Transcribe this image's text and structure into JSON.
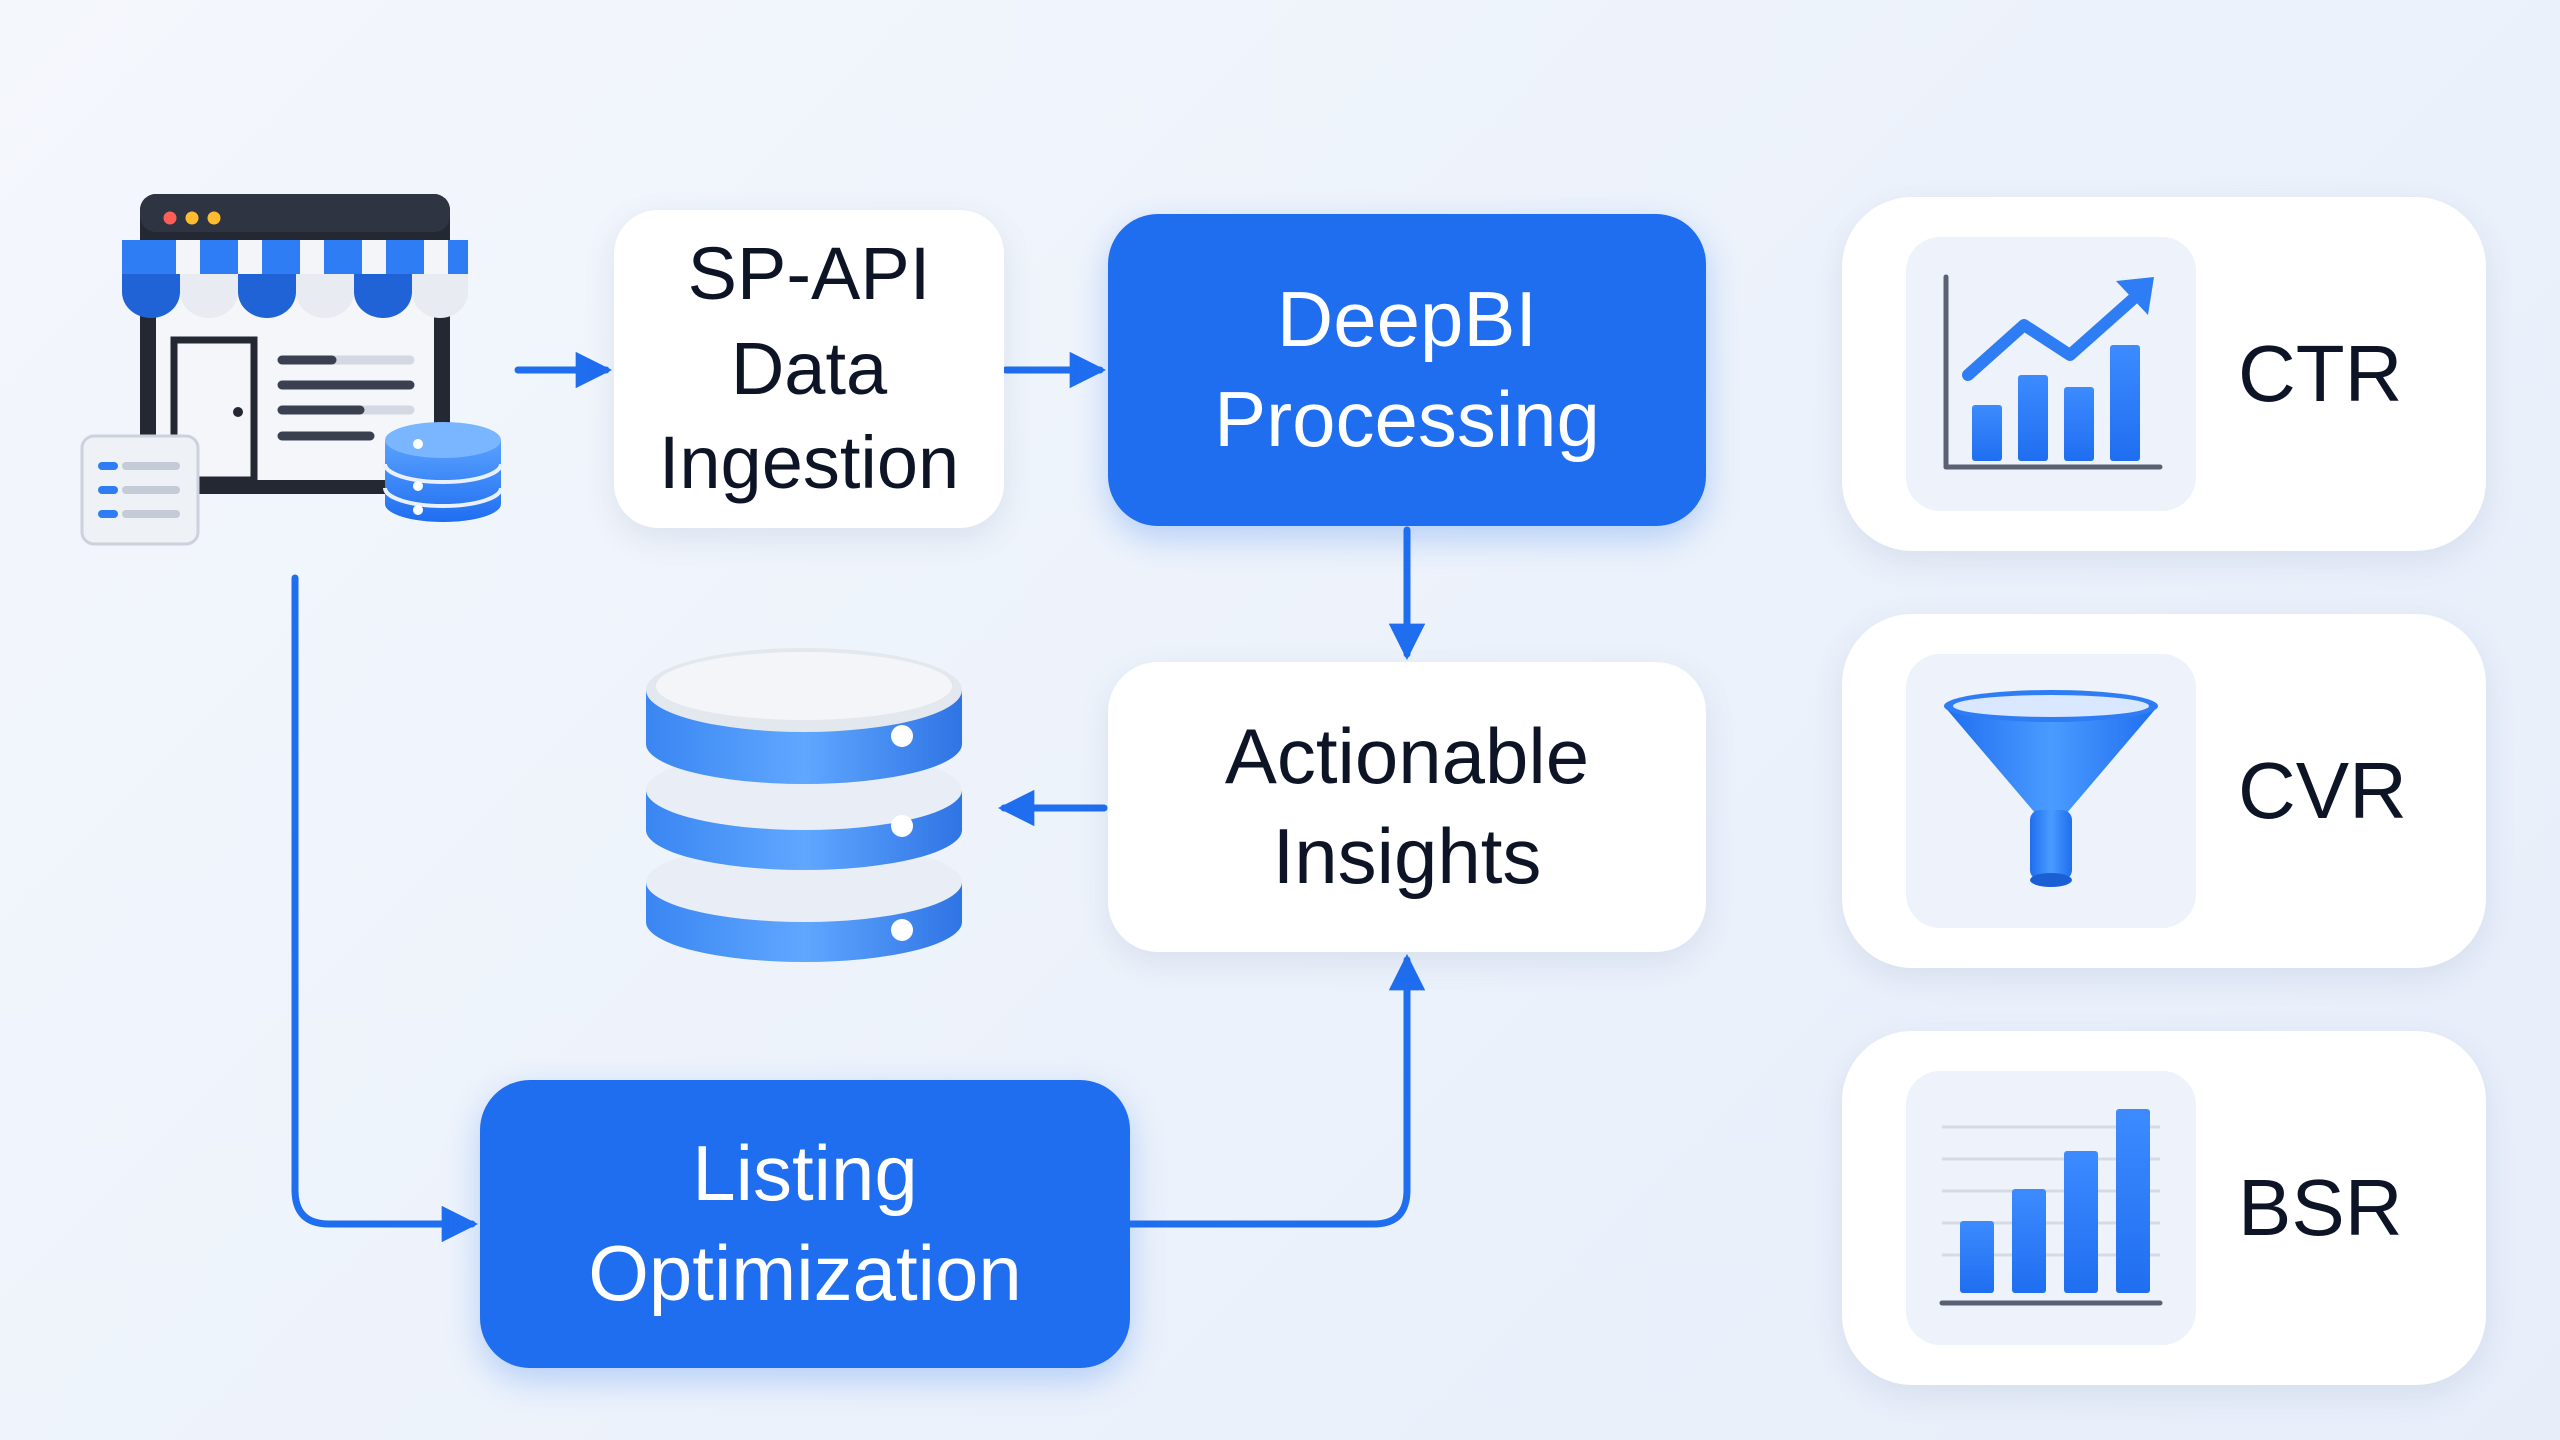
{
  "nodes": {
    "sp_api": "SP-API\nData\nIngestion",
    "deepbi": "DeepBI\nProcessing",
    "insights": "Actionable\nInsights",
    "listing": "Listing\nOptimization"
  },
  "metrics": [
    {
      "label": "CTR",
      "icon": "line-bar-chart-icon"
    },
    {
      "label": "CVR",
      "icon": "funnel-icon"
    },
    {
      "label": "BSR",
      "icon": "bar-chart-icon"
    }
  ],
  "icons": {
    "source": "storefront-icon",
    "storage": "database-icon"
  },
  "colors": {
    "accent": "#1f6ef0",
    "text": "#0d1426",
    "background": "#eef3fb"
  }
}
